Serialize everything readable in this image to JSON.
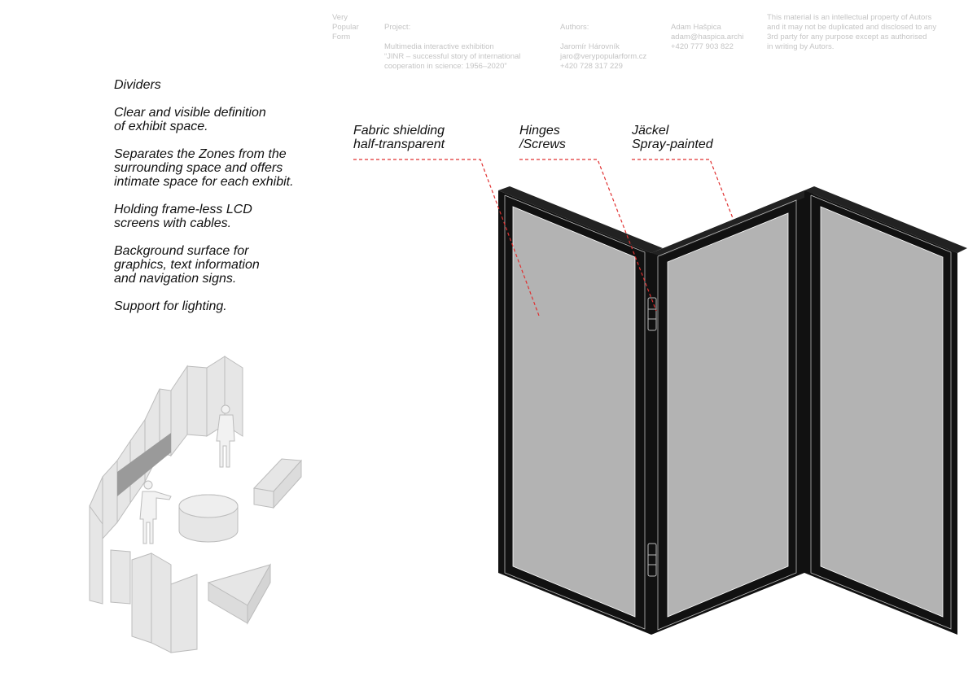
{
  "header": {
    "studio": "Very\nPopular\nForm",
    "project_label": "Project:",
    "project_text": "Multimedia interactive exhibition\n“JINR – successful story of international\ncooperation in science: 1956–2020”",
    "authors_label": "Authors:",
    "author1": "Jaromír Hárovník\njaro@verypopularform.cz\n+420 728 317 229",
    "author2": "Adam Hašpica\nadam@haspica.archi\n+420 777 903 822",
    "copyright": "This material is an intellectual property of Autors\nand it may not be duplicated and disclosed to any\n3rd party for any purpose except as authorised\nin writing by Autors."
  },
  "description": {
    "title": "Dividers",
    "items": [
      "Clear and visible definition\nof exhibit space.",
      "Separates the Zones from the\nsurrounding space and offers\nintimate space for each exhibit.",
      "Holding frame-less LCD\nscreens with cables.",
      "Background surface for\ngraphics, text information\nand navigation signs.",
      "Support for lighting."
    ]
  },
  "callouts": {
    "fabric": "Fabric shielding\nhalf-transparent",
    "hinges": "Hinges\n/Screws",
    "jackel": "Jäckel\nSpray-painted"
  },
  "colors": {
    "frame": "#111111",
    "panel_fill": "#b3b3b3",
    "leader": "#e03030",
    "sketch": "#e6e6e6"
  }
}
